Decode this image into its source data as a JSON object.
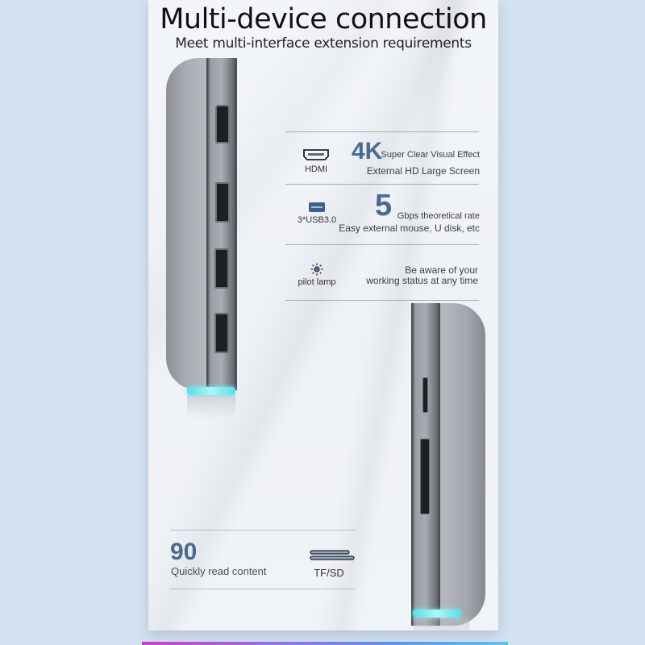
{
  "header": {
    "title": "Multi-device connection",
    "subtitle": "Meet multi-interface extension requirements"
  },
  "features": [
    {
      "icon": "hdmi-port-icon",
      "icon_label": "HDMI",
      "big_value": "4K",
      "line1": "Super Clear Visual Effect",
      "line2": "External HD Large Screen"
    },
    {
      "icon": "usb-port-icon",
      "icon_label": "3*USB3.0",
      "big_value": "5",
      "line1": "Gbps theoretical rate",
      "line2": "Easy external mouse, U disk, etc"
    },
    {
      "icon": "sun-light-icon",
      "icon_label": "pilot lamp",
      "big_value": "",
      "line1": "Be aware of your",
      "line2": "working status at any time"
    }
  ],
  "card_reader": {
    "big_value": "90",
    "caption": "Quickly read content",
    "icon": "card-slot-icon",
    "icon_label": "TF/SD"
  },
  "colors": {
    "accent": "#4a6a92",
    "background": "#d2e2f0",
    "glow": "#5fe3ea",
    "gradient_bar": [
      "#d23dc7",
      "#9a6ee0",
      "#5e91e6",
      "#5fc2ea"
    ]
  }
}
